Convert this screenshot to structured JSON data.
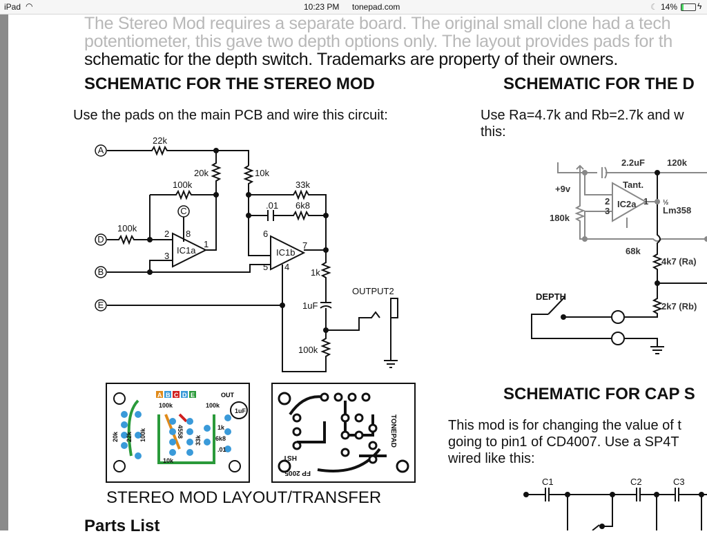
{
  "status_bar": {
    "device": "iPad",
    "time": "10:23 PM",
    "url": "tonepad.com",
    "battery": "14%",
    "battery_level": 0.14
  },
  "background_text": [
    "The Stereo Mod requires a separate board. The original small clone had a tech",
    "potentiometer, this gave two depth options only. The layout provides pads for th"
  ],
  "intro_line": "schematic for the depth switch. Trademarks are property of their owners.",
  "stereo": {
    "heading": "SCHEMATIC FOR THE STEREO MOD",
    "instructions": "Use the pads on the main PCB and wire this circuit:",
    "pads": [
      "A",
      "C",
      "D",
      "B",
      "E"
    ],
    "labels": {
      "r22k": "22k",
      "r20k": "20k",
      "r10k": "10k",
      "r100k_fb": "100k",
      "r100k_in": "100k",
      "r33k": "33k",
      "c01": ".01",
      "r6k8": "6k8",
      "ic1a": "IC1a",
      "ic1b": "IC1b",
      "p2": "2",
      "p8": "8",
      "p3": "3",
      "p1": "1",
      "p6": "6",
      "p7": "7",
      "p5": "5",
      "p4": "4",
      "r1k": "1k",
      "c1uf": "1uF",
      "r100k_out": "100k",
      "output": "OUTPUT2"
    }
  },
  "layout": {
    "caption": "STEREO MOD LAYOUT/TRANSFER",
    "pad_letters": [
      "A",
      "B",
      "C",
      "D",
      "E"
    ],
    "out": "OUT",
    "parts": [
      "100k",
      "100k",
      "20k",
      "22k",
      "100k",
      "4558",
      "33k",
      "1k",
      "6k8",
      ".01",
      "10k",
      "1uF"
    ],
    "transfer_text": [
      "TONEPAD",
      "HST",
      "FP 2005"
    ]
  },
  "depth": {
    "heading": "SCHEMATIC FOR THE D",
    "instructions": [
      "Use Ra=4.7k and Rb=2.7k and w",
      "this:"
    ],
    "labels": {
      "c22": "2.2uF",
      "r120k": "120k",
      "tant": "Tant.",
      "v9": "+9v",
      "ic2a": "IC2a",
      "half": "½",
      "lm": "Lm358",
      "r180k": "180k",
      "r68k": "68k",
      "ra": "4k7 (Ra)",
      "rb": "2k7 (Rb)",
      "depth": "DEPTH",
      "p2": "2",
      "p3": "3",
      "p1": "1"
    }
  },
  "cap": {
    "heading": "SCHEMATIC FOR CAP S",
    "text": [
      "This mod is for changing the value of t",
      "going to pin1 of CD4007. Use a SP4T",
      "wired like this:"
    ],
    "labels": [
      "C1",
      "C2",
      "C3"
    ]
  },
  "parts_list": "Parts List"
}
